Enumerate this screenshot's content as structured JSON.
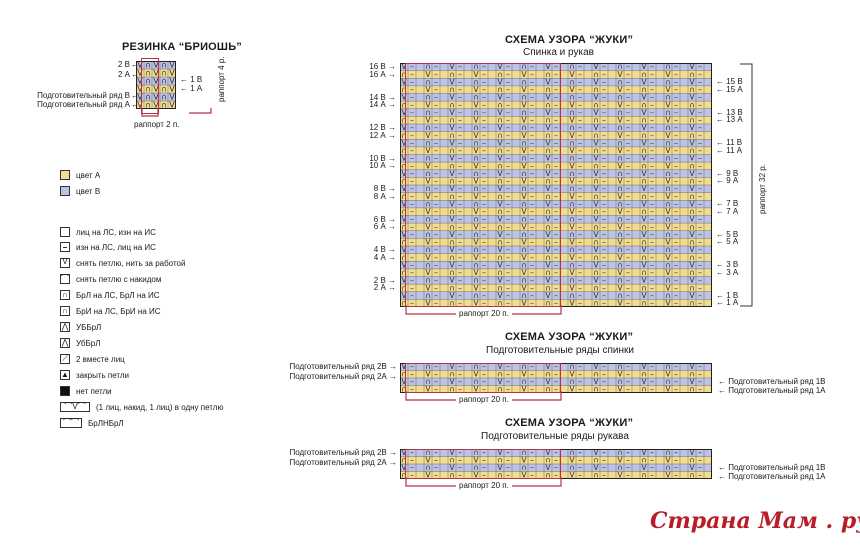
{
  "brioche": {
    "title": "РЕЗИНКА “БРИОШЬ”",
    "left_labels": [
      "2 В",
      "2 А",
      "Подготовительный ряд В",
      "Подготовительный ряд А"
    ],
    "right_labels": [
      "1 В",
      "1 А"
    ],
    "repeat_h": "раппорт 2 п.",
    "repeat_v": "раппорт 4 р."
  },
  "main": {
    "title": "СХЕМА УЗОРА “ЖУКИ”",
    "subtitle": "Спинка и рукав",
    "left_labels": [
      "16 В",
      "16 А",
      "14 В",
      "14 А",
      "12 В",
      "12 А",
      "10 В",
      "10 А",
      "8 В",
      "8 А",
      "6 В",
      "6 А",
      "4 В",
      "4 А",
      "2 В",
      "2 А"
    ],
    "right_labels": [
      "15 В",
      "15 А",
      "13 В",
      "13 А",
      "11 В",
      "11 А",
      "9 В",
      "9 А",
      "7 В",
      "7 А",
      "5 В",
      "5 А",
      "3 В",
      "3 А",
      "1 В",
      "1 А"
    ],
    "repeat_h": "раппорт 20 п.",
    "repeat_v": "раппорт 32 р."
  },
  "prep_back": {
    "title": "СХЕМА УЗОРА “ЖУКИ”",
    "subtitle": "Подготовительные ряды спинки",
    "left_labels": [
      "Подготовительный ряд 2В",
      "Подготовительный ряд 2А"
    ],
    "right_labels": [
      "Подготовительный ряд 1В",
      "Подготовительный ряд 1А"
    ],
    "repeat_h": "раппорт 20 п."
  },
  "prep_sleeve": {
    "title": "СХЕМА УЗОРА “ЖУКИ”",
    "subtitle": "Подготовительные ряды рукава",
    "left_labels": [
      "Подготовительный ряд 2В",
      "Подготовительный ряд 2А"
    ],
    "right_labels": [
      "Подготовительный ряд 1В",
      "Подготовительный ряд 1А"
    ],
    "repeat_h": "раппорт 20 п."
  },
  "legend": {
    "colors": [
      {
        "label": "цвет А",
        "color": "#f2dc8d"
      },
      {
        "label": "цвет В",
        "color": "#bcc3e6"
      }
    ],
    "symbols": [
      {
        "label": "лиц на ЛС, изн на ИС",
        "icon": "empty-square-icon"
      },
      {
        "label": "изн на ЛС, лиц на ИС",
        "icon": "dash-icon"
      },
      {
        "label": "снять петлю, нить за работой",
        "icon": "v-icon"
      },
      {
        "label": "снять петлю с накидом",
        "icon": "slip-yarnover-icon"
      },
      {
        "label": "БрЛ на ЛС, БрЛ на ИС",
        "icon": "brl-icon"
      },
      {
        "label": "БрИ на ЛС, БрИ на ИС",
        "icon": "bri-icon"
      },
      {
        "label": "УББрЛ",
        "icon": "ubbrl-icon"
      },
      {
        "label": "УбБрЛ",
        "icon": "ubrl-icon"
      },
      {
        "label": "2 вместе лиц",
        "icon": "k2tog-icon"
      },
      {
        "label": "закрыть петли",
        "icon": "bind-off-icon"
      },
      {
        "label": "нет петли",
        "icon": "no-stitch-icon"
      },
      {
        "label": "(1 лиц, накид, 1 лиц) в одну петлю",
        "icon": "increase-icon"
      },
      {
        "label": "БрЛНБрЛ",
        "icon": "brlnbrl-icon"
      }
    ]
  },
  "watermark": "Страна Мам . ру"
}
